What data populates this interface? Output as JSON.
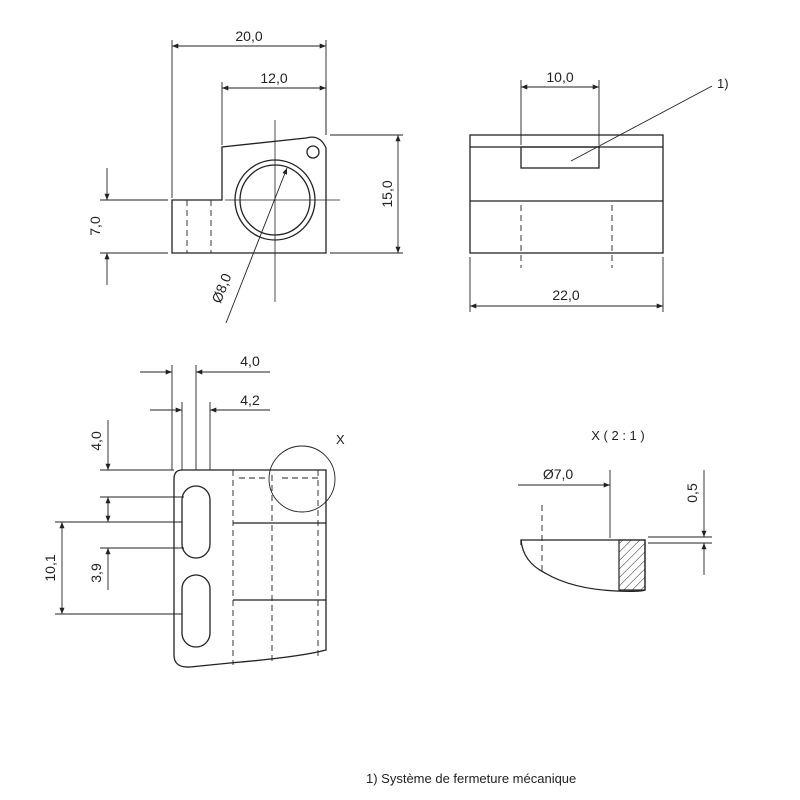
{
  "dimensions": {
    "width_20": "20,0",
    "width_12": "12,0",
    "height_7": "7,0",
    "height_15": "15,0",
    "diameter_8": "Ø8,0",
    "width_10": "10,0",
    "width_22": "22,0",
    "width_4_0": "4,0",
    "width_4_2": "4,2",
    "height_4_0": "4,0",
    "height_10_1": "10,1",
    "height_3_9": "3,9",
    "diameter_7": "Ø7,0",
    "height_0_5": "0,5"
  },
  "labels": {
    "callout_1": "1)",
    "detail_marker": "X",
    "detail_title": "X  ( 2 : 1 )"
  },
  "footnote": "1) Système de fermeture mécanique"
}
